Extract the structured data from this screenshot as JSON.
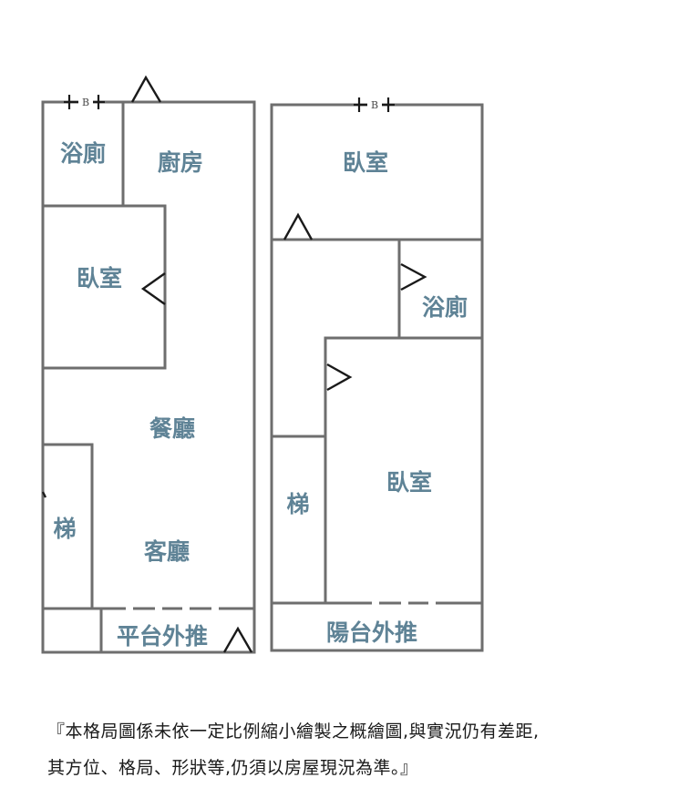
{
  "floor_left": {
    "rooms": {
      "bathroom": "浴廁",
      "kitchen": "廚房",
      "bedroom": "臥室",
      "dining": "餐廳",
      "stairs": "梯",
      "living": "客廳",
      "platform": "平台外推"
    },
    "breaker_label": "B"
  },
  "floor_right": {
    "rooms": {
      "bedroom_top": "臥室",
      "bathroom": "浴廁",
      "stairs": "梯",
      "bedroom_main": "臥室",
      "balcony": "陽台外推"
    },
    "breaker_label": "B"
  },
  "disclaimer": {
    "line1": "『本格局圖係未依一定比例縮小繪製之概繪圖,與實況仍有差距,",
    "line2": "其方位、格局、形狀等,仍須以房屋現況為準。』"
  },
  "colors": {
    "label": "#5f8396",
    "wall": "#6e6e6e",
    "door": "#1a1a1a",
    "background": "#ffffff"
  }
}
